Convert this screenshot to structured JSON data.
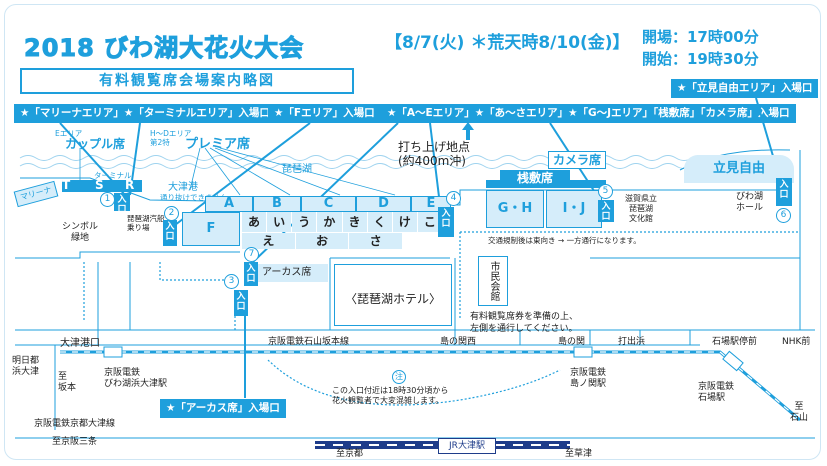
{
  "header": {
    "title": "2018 びわ湖大花火大会",
    "subtitle": "有料観覧席会場案内略図",
    "dates": "【8/7(火) ＊荒天時8/10(金)】",
    "open_time": "開場：17時00分",
    "start_time": "開始：19時30分"
  },
  "banners": {
    "marina_terminal": "★「マリーナエリア」★「ターミナルエリア」入場口",
    "f_area": "★「Fエリア」入場口",
    "main_areas": "★「A〜Eエリア」★「あ〜さエリア」★「G〜Jエリア」「桟敷席」「カメラ席」入場口",
    "tachimi": "★「立見自由エリア」入場口",
    "arcus": "★「アーカス席」入場口"
  },
  "areas": {
    "couple_small": "Eエリア",
    "couple": "カップル席",
    "premier_small": "H〜Dエリア\n第2特",
    "premier": "プレミア席",
    "terminal": "ターミナル",
    "marina": "マリーナ",
    "t": "T",
    "s": "S",
    "r": "R",
    "otsuko": "大津港",
    "passage_note": "通り抜けできません。",
    "a": "A",
    "b": "B",
    "c": "C",
    "d": "D",
    "e": "E",
    "f": "F",
    "hira": [
      "あ",
      "い",
      "う",
      "か",
      "き",
      "く",
      "け",
      "こ"
    ],
    "hira2": [
      "え",
      "お",
      "さ"
    ],
    "gh": "G・H",
    "ij": "I・J",
    "sajiki": "桟敷席",
    "camera": "カメラ席",
    "arcus_seat": "アーカス席",
    "tachimi": "立見自由"
  },
  "places": {
    "lake": "琵琶湖",
    "launch": "打ち上げ地点\n(約400m沖)",
    "symbol": "シンボル\n緑地",
    "boat": "琵琶湖汽船\n乗り場",
    "hotel": "〈琵琶湖ホテル〉",
    "shiminkaikan": "市民会館",
    "bunkakan": "滋賀県立\n琵琶湖\n文化館",
    "biwako_hall": "びわ湖\nホール",
    "traffic": "交通規制後は東向き",
    "traffic2": "一方通行になります。",
    "ticket_note": "有料観覧席券を準備の上、\n左側を通行してください。",
    "otsuko_guchi": "大津港口",
    "keihan_ishiyama": "京阪電鉄石山坂本線",
    "shimanoseki1": "島の関西",
    "shimanoseki2": "島の関",
    "uchidehama": "打出浜",
    "ishiba_eki": "石場駅停前",
    "nhk": "NHK前",
    "meiji": "明日都\n浜大津",
    "keihan_biwako": "京阪電鉄\nびわ湖浜大津駅",
    "keihan_shimanoseki": "京阪電鉄\n島ノ関駅",
    "keihan_ishiba": "京阪電鉄\n石場駅",
    "to_sakamoto": "至\n坂本",
    "to_kyoto_line": "京阪電鉄京都大津線",
    "to_sanjo": "至京阪三条",
    "to_kyoto": "至京都",
    "jr_otsu": "JR大津駅",
    "to_kusatsu": "至草津",
    "to_ishiyama": "至\n石山",
    "note": "この入口付近は18時30分頃から\n花火観覧者で大変混雑します。",
    "note_mark": "注",
    "entrance": "入口"
  },
  "numbers": [
    "1",
    "2",
    "3",
    "4",
    "5",
    "6",
    "7"
  ]
}
